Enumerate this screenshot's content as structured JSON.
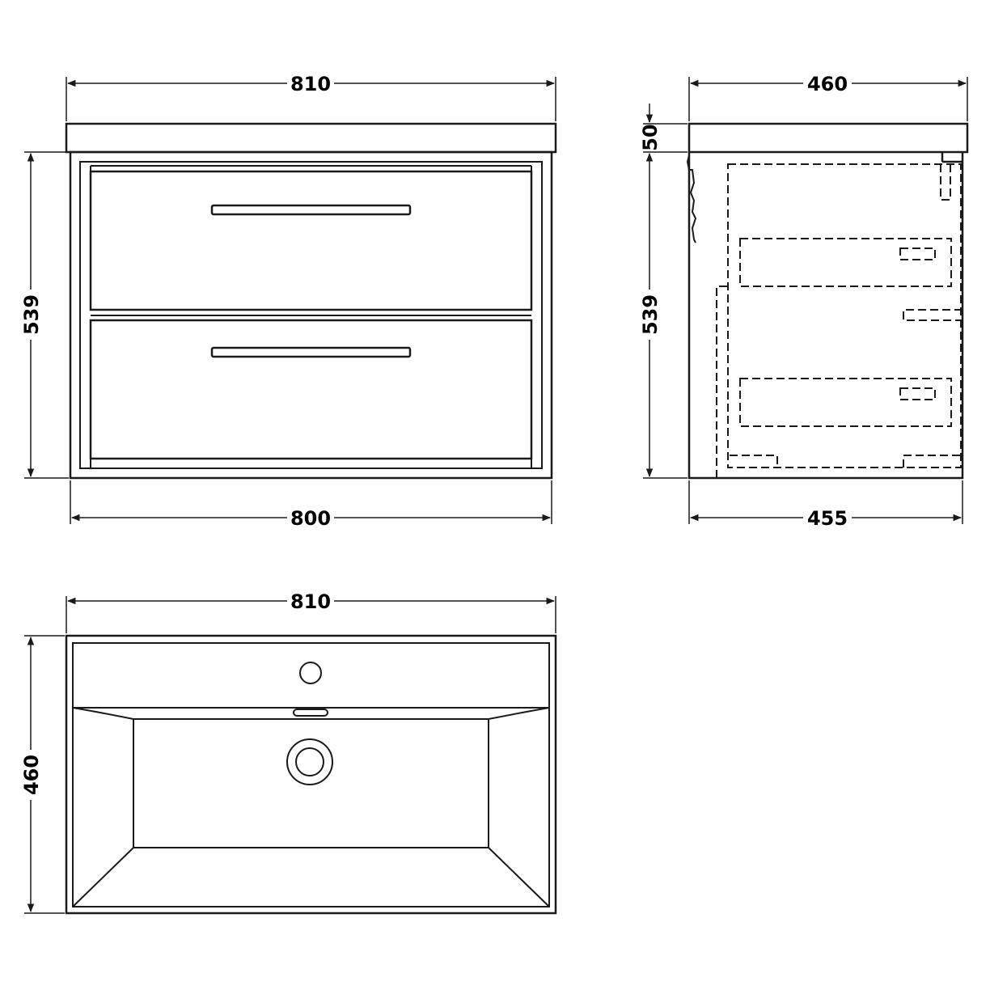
{
  "front_view": {
    "top_width": "810",
    "bottom_width": "800",
    "height": "539"
  },
  "side_view": {
    "top_depth": "460",
    "bottom_depth": "455",
    "basin_thickness": "50",
    "height": "539"
  },
  "plan_view": {
    "width": "810",
    "depth": "460"
  }
}
